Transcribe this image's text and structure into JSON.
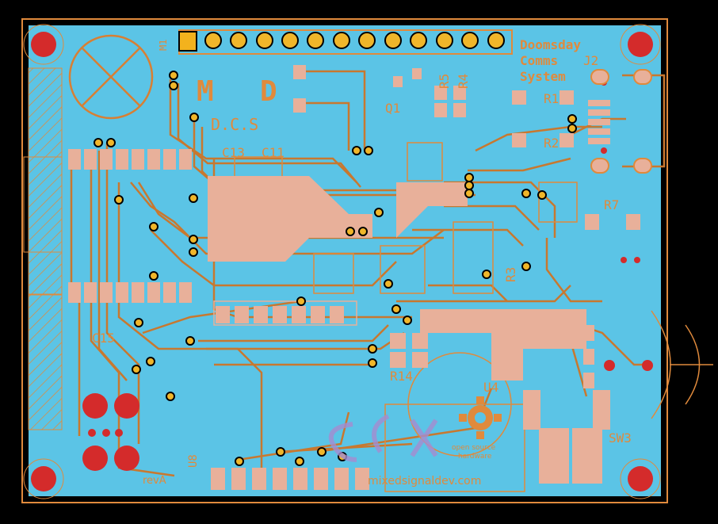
{
  "board": {
    "title_lines": [
      "Doomsday",
      "Comms",
      "System"
    ],
    "logo_letters": [
      "M",
      "D"
    ],
    "logo_subtitle": "D.C.S",
    "revision": "revA",
    "website": "mixedsignaldev.com",
    "oshw_lines": [
      "open source",
      "hardware"
    ]
  },
  "designators": {
    "m1": "M1",
    "j2": "J2",
    "q1": "Q1",
    "r1": "R1",
    "r2": "R2",
    "r3": "R3",
    "r4": "R4",
    "r5": "R5",
    "r7": "R7",
    "r14": "R14",
    "c11": "C11",
    "c13": "C13",
    "c15": "C15",
    "u4": "U4",
    "u8": "U8",
    "sw3": "SW3"
  },
  "colors": {
    "background": "#000000",
    "copper_fill": "#5bc4e6",
    "copper_trace": "#c8782f",
    "silkscreen": "#e08a3c",
    "pad": "#e8b09a",
    "drill": "#d42b2b"
  }
}
